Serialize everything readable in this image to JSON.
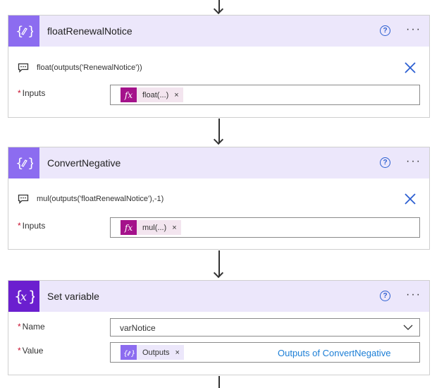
{
  "steps": [
    {
      "title": "floatRenewalNotice",
      "expression": "float(outputs('RenewalNotice'))",
      "field_label": "Inputs",
      "token_label": "float(...)",
      "token_icon": "fx-icon"
    },
    {
      "title": "ConvertNegative",
      "expression": "mul(outputs('floatRenewalNotice'),-1)",
      "field_label": "Inputs",
      "token_label": "mul(...)",
      "token_icon": "fx-icon"
    },
    {
      "title": "Set variable",
      "name_label": "Name",
      "name_value": "varNotice",
      "value_label": "Value",
      "token_label": "Outputs",
      "note": "Outputs of ConvertNegative"
    }
  ],
  "common": {
    "help_glyph": "?",
    "more_glyph": "···",
    "required_mark": "*",
    "remove_glyph": "×",
    "fx_glyph": "fx"
  },
  "colors": {
    "header_bg": "#ece7fb",
    "compose_icon": "#8c6cf0",
    "variable_icon": "#6b1fcf",
    "fx_token": "#a4128b",
    "link_blue": "#1b7ed6",
    "close_blue": "#2c5fd1"
  }
}
